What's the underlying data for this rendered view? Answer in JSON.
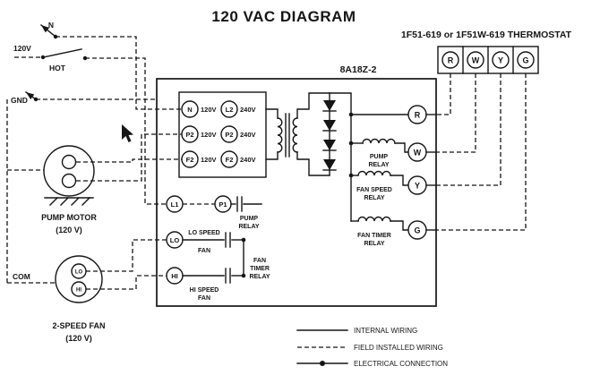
{
  "title": "120 VAC DIAGRAM",
  "thermostat": {
    "label": "1F51-619 or 1F51W-619 THERMOSTAT",
    "terminals": [
      "R",
      "W",
      "Y",
      "G"
    ]
  },
  "supply": {
    "neutral": "N",
    "voltage": "120V",
    "hot": "HOT",
    "ground": "GND"
  },
  "pump_motor": {
    "name": "PUMP MOTOR",
    "rating": "(120 V)"
  },
  "fan": {
    "name": "2-SPEED FAN",
    "rating": "(120 V)",
    "com": "COM",
    "lo": "LO",
    "hi": "HI"
  },
  "unit": {
    "model": "8A18Z-2",
    "inputs_120": [
      {
        "id": "N",
        "v": "120V"
      },
      {
        "id": "P2",
        "v": "120V"
      },
      {
        "id": "F2",
        "v": "120V"
      }
    ],
    "inputs_240": [
      {
        "id": "L2",
        "v": "240V"
      },
      {
        "id": "P2",
        "v": "240V"
      },
      {
        "id": "F2",
        "v": "240V"
      }
    ],
    "l1": "L1",
    "p1": "P1",
    "l0": "LO",
    "hi": "HI",
    "pump_relay_contact": {
      "line1": "PUMP",
      "line2": "RELAY"
    },
    "lo_speed": {
      "line1": "LO SPEED",
      "line2": "FAN"
    },
    "hi_speed": {
      "line1": "HI SPEED",
      "line2": "FAN"
    },
    "fan_timer_contact": {
      "line1": "FAN",
      "line2": "TIMER",
      "line3": "RELAY"
    },
    "pump_relay_coil": {
      "line1": "PUMP",
      "line2": "RELAY"
    },
    "fan_speed_relay_coil": {
      "line1": "FAN SPEED",
      "line2": "RELAY"
    },
    "fan_timer_relay_coil": {
      "line1": "FAN TIMER",
      "line2": "RELAY"
    },
    "outputs": [
      "R",
      "W",
      "Y",
      "G"
    ]
  },
  "legend": [
    {
      "label": "INTERNAL WIRING",
      "style": "solid"
    },
    {
      "label": "FIELD INSTALLED WIRING",
      "style": "dashed"
    },
    {
      "label": "ELECTRICAL CONNECTION",
      "style": "dot"
    }
  ]
}
